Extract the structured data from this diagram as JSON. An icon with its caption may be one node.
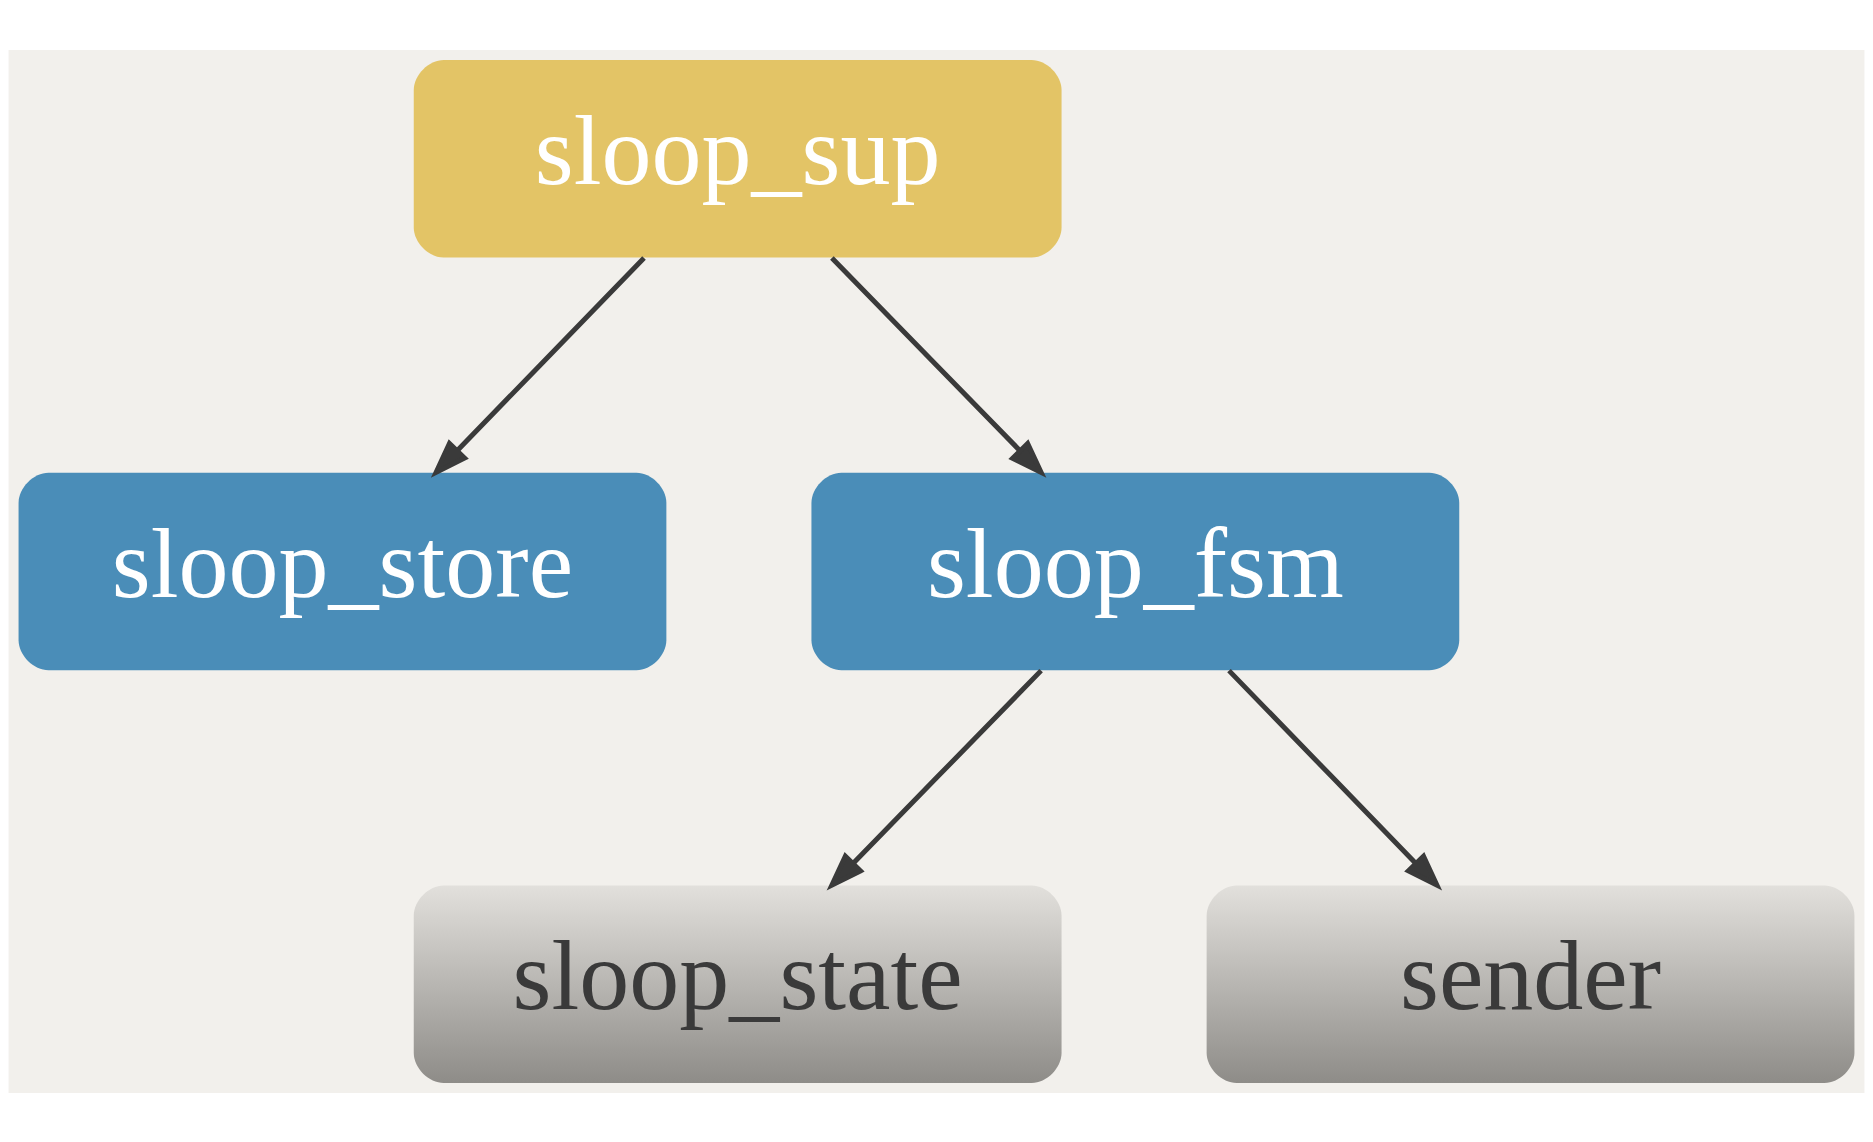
{
  "diagram": {
    "nodes": [
      {
        "text": [
          "sloop_sup"
        ]
      },
      {
        "text": [
          "sloop_store"
        ]
      },
      {
        "text": [
          "sloop_fsm"
        ]
      },
      {
        "text": [
          "sloop_state"
        ]
      },
      {
        "text": [
          "sender"
        ]
      }
    ],
    "edges": [
      {
        "from": 0,
        "to": 1,
        "arrow": "to"
      },
      {
        "from": 0,
        "to": 2,
        "arrow": "to"
      },
      {
        "from": 2,
        "to": 3,
        "arrow": "to"
      },
      {
        "from": 2,
        "to": 4,
        "arrow": "to"
      }
    ]
  }
}
